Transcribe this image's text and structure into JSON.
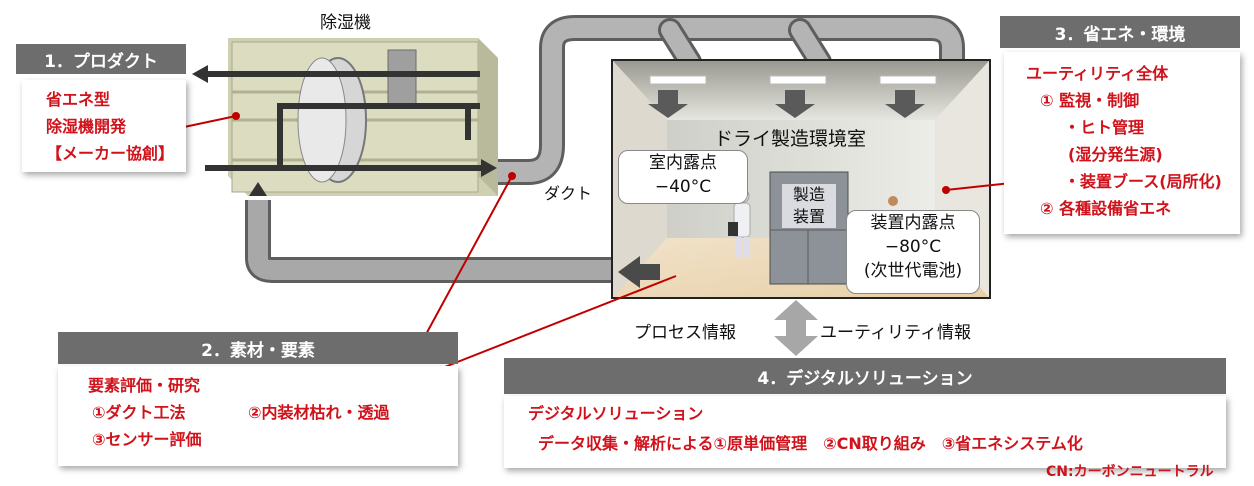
{
  "dehumidifier_label": "除湿機",
  "duct_label": "ダクト",
  "room_title": "ドライ製造環境室",
  "room_dewpoint": {
    "line1": "室内露点",
    "line2": "−40°C"
  },
  "equipment_label": {
    "line1": "製造",
    "line2": "装置"
  },
  "equipment_dewpoint": {
    "line1": "装置内露点",
    "line2": "−80°C",
    "line3": "(次世代電池)"
  },
  "flow_labels": {
    "left": "プロセス情報",
    "right": "ユーティリティ情報"
  },
  "section1": {
    "header": "1．プロダクト",
    "lines": [
      "省エネ型",
      "除湿機開発",
      "【メーカー協創】"
    ]
  },
  "section2": {
    "header": "2．素材・要素",
    "title": "要素評価・研究",
    "item1": "①ダクト工法",
    "item2": "②内装材枯れ・透過",
    "item3": "③センサー評価"
  },
  "section3": {
    "header": "3．省エネ・環境",
    "lines": [
      "ユーティリティ全体",
      "① 監視・制御",
      "・ヒト管理",
      "(湿分発生源)",
      "・装置ブース(局所化)",
      "② 各種設備省エネ"
    ]
  },
  "section4": {
    "header": "4．デジタルソリューション",
    "title": "デジタルソリューション",
    "line2": "データ収集・解析による①原単価管理　②CN取り組み　③省エネシステム化",
    "note": "CN:カーボンニュートラル"
  },
  "colors": {
    "header_bg": "#6d6d6d",
    "accent_red": "#d0121b",
    "duct_gray": "#9a9a9a",
    "machine_beige": "#dcdcc0"
  }
}
